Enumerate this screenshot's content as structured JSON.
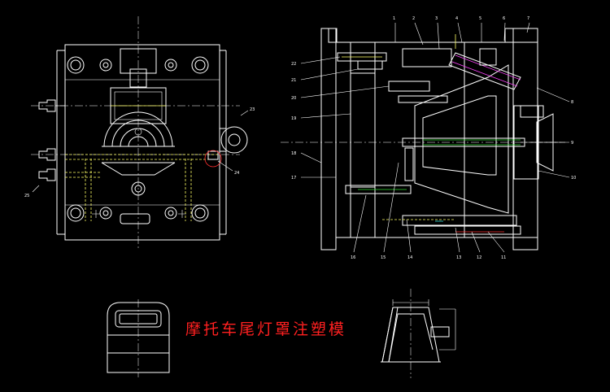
{
  "drawing": {
    "title": "摩托车尾灯罩注塑模"
  },
  "callouts": {
    "top_section": [
      "1",
      "2",
      "3",
      "4",
      "5",
      "6",
      "7"
    ],
    "left_section": [
      "22",
      "21",
      "20",
      "19",
      "18",
      "17"
    ],
    "right_section": [
      "8",
      "9",
      "10"
    ],
    "bottom_section": [
      "16",
      "15",
      "14",
      "13",
      "12",
      "11"
    ],
    "plan_view": [
      "23",
      "24",
      "25"
    ]
  },
  "colors": {
    "background": "#000000",
    "outline": "#ffffff",
    "title": "#ff2020",
    "hidden_lines": "#ffff66",
    "cooling": "#ff3030",
    "ejector": "#33dd33"
  }
}
